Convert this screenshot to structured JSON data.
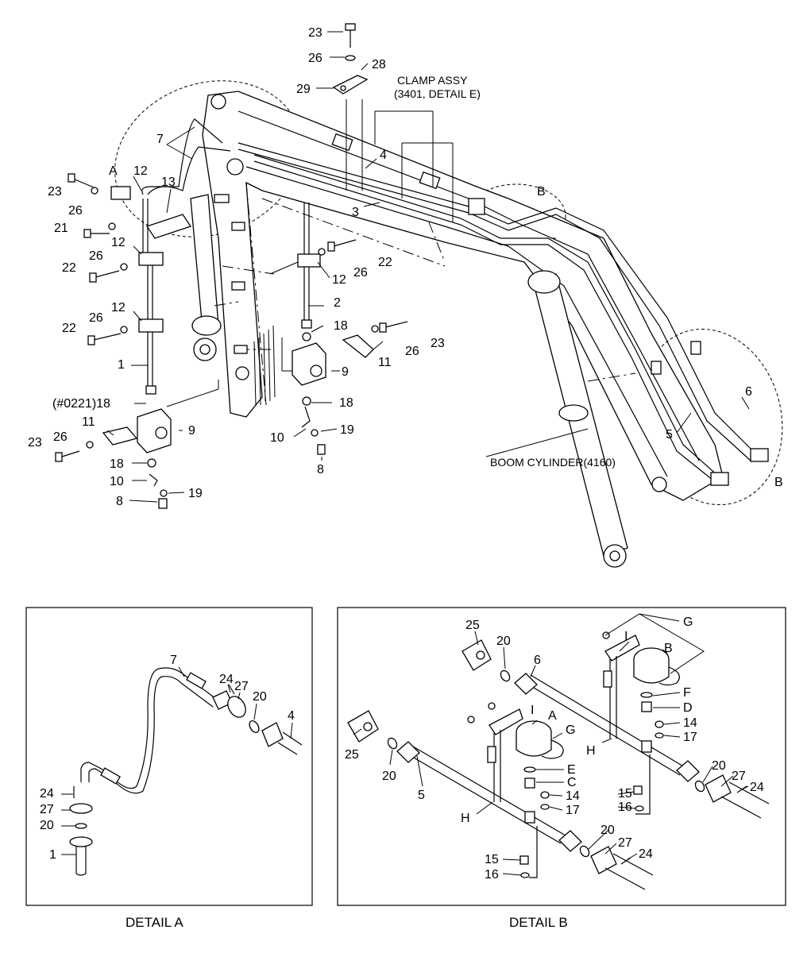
{
  "callouts": {
    "n23": "23",
    "n26": "26",
    "n28": "28",
    "n29": "29",
    "n7": "7",
    "n4": "4",
    "n3": "3",
    "n2": "2",
    "n1": "1",
    "n12": "12",
    "n13": "13",
    "n21": "21",
    "n22": "22",
    "n9": "9",
    "n11": "11",
    "n18": "18",
    "n10": "10",
    "n19": "19",
    "n8": "8",
    "n5": "5",
    "n6": "6",
    "n18_0221": "(#0221)18",
    "A": "A",
    "B": "B"
  },
  "notes": {
    "clamp_assy_1": "CLAMP ASSY",
    "clamp_assy_2": "(3401, DETAIL E)",
    "boom_cylinder": "BOOM CYLINDER(4160)"
  },
  "detail_a": {
    "caption": "DETAIL A",
    "labels": {
      "n7": "7",
      "n24": "24",
      "n27": "27",
      "n20": "20",
      "n4": "4",
      "n1": "1"
    }
  },
  "detail_b": {
    "caption": "DETAIL B",
    "labels": {
      "n25": "25",
      "n20": "20",
      "n6": "6",
      "n5": "5",
      "n24": "24",
      "n27": "27",
      "n14": "14",
      "n17": "17",
      "n15": "15",
      "n16": "16",
      "G": "G",
      "I": "I",
      "B": "B",
      "A": "A",
      "F": "F",
      "D": "D",
      "E": "E",
      "C": "C",
      "H": "H"
    }
  }
}
